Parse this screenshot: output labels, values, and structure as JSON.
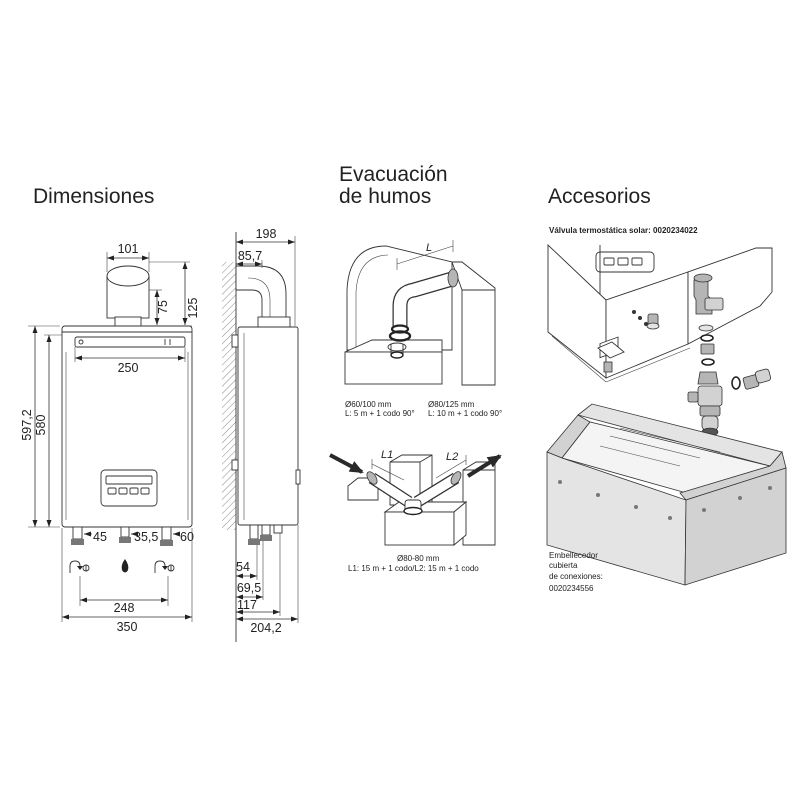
{
  "titles": {
    "dimensions": "Dimensiones",
    "flue_line1": "Evacuación",
    "flue_line2": "de humos",
    "accessories": "Accesorios"
  },
  "front_view": {
    "flue_diameter": "101",
    "flue_to_top": "75",
    "flue_height": "125",
    "bar_width": "250",
    "total_height": "597,2",
    "body_height": "580",
    "left_connection": "45",
    "gas_connection": "35,5",
    "right_connection": "60",
    "connections_span": "248",
    "total_width": "350"
  },
  "side_view": {
    "depth": "198",
    "flue_offset": "85,7",
    "conn_1": "54",
    "conn_2": "69,5",
    "conn_3": "117",
    "total_depth": "204,2"
  },
  "flue": {
    "concentric_60": {
      "diameter": "Ø60/100 mm",
      "length": "L: 5 m + 1 codo 90°"
    },
    "concentric_80": {
      "diameter": "Ø80/125 mm",
      "length": "L: 10 m + 1 codo 90°"
    },
    "length_label": "L",
    "twin": {
      "l1_label": "L1",
      "l2_label": "L2",
      "diameter": "Ø80-80 mm",
      "length": "L1: 15 m + 1 codo/L2: 15 m + 1 codo"
    }
  },
  "accessories": {
    "valve": "Válvula termostática solar: 0020234022",
    "cover_line1": "Embellecedor",
    "cover_line2": "cubierta",
    "cover_line3": "de conexiones:",
    "cover_code": "0020234556"
  },
  "colors": {
    "line": "#333333",
    "part_gray": "#b5b5b5",
    "background": "#ffffff"
  }
}
